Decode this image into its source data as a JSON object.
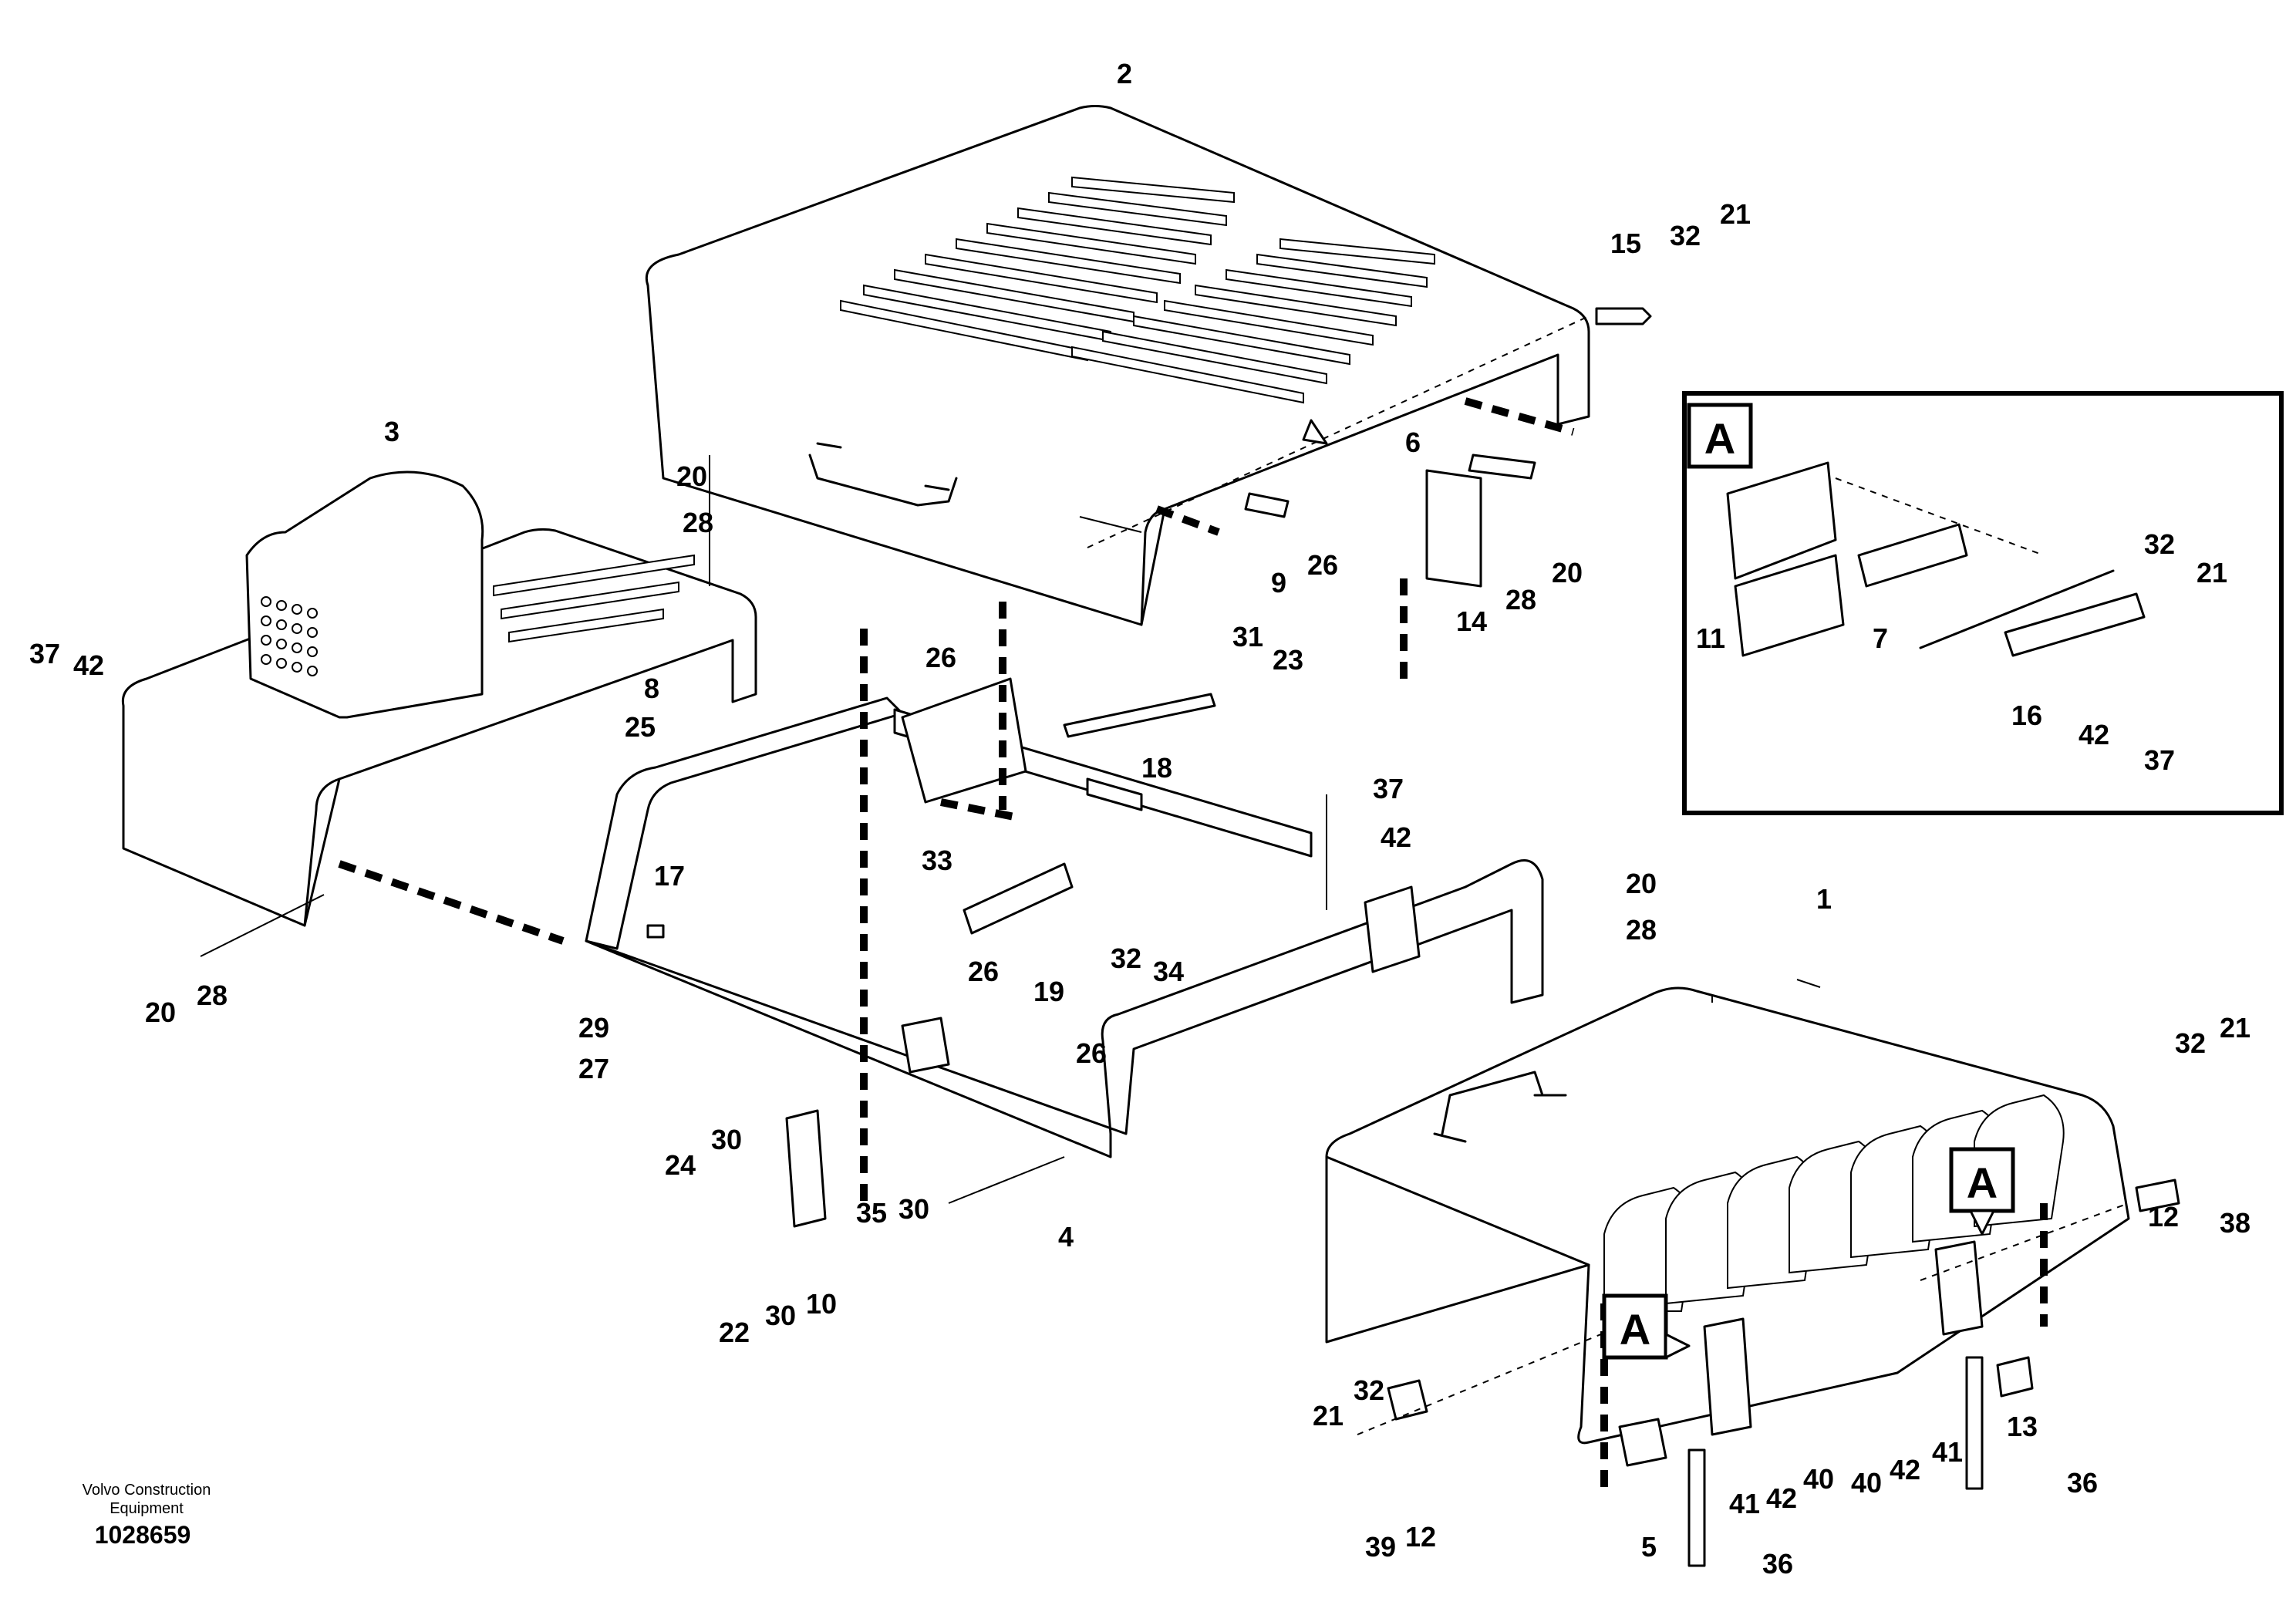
{
  "diagram": {
    "callouts": [
      "1",
      "2",
      "3",
      "4",
      "5",
      "6",
      "7",
      "8",
      "9",
      "10",
      "11",
      "12",
      "13",
      "14",
      "15",
      "16",
      "17",
      "18",
      "19",
      "20",
      "21",
      "22",
      "23",
      "24",
      "25",
      "26",
      "27",
      "28",
      "29",
      "30",
      "31",
      "32",
      "33",
      "34",
      "35",
      "36",
      "37",
      "38",
      "39",
      "40",
      "41",
      "42"
    ],
    "detail_tag": "A",
    "maker": "Volvo Construction Equipment",
    "document_number": "1028659"
  }
}
